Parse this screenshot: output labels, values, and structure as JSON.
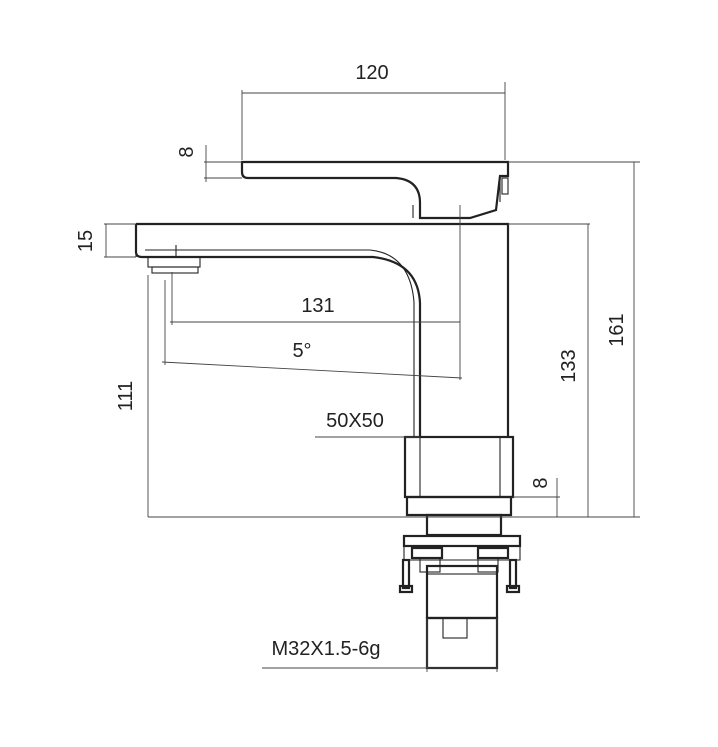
{
  "dimensions": {
    "width_top": "120",
    "handle_thickness": "8",
    "spout_thickness": "15",
    "spout_reach": "131",
    "angle": "5°",
    "spout_height": "111",
    "body_size": "50X50",
    "base_thickness": "8",
    "spout_top_height": "133",
    "total_height": "161",
    "thread": "M32X1.5-6g"
  }
}
